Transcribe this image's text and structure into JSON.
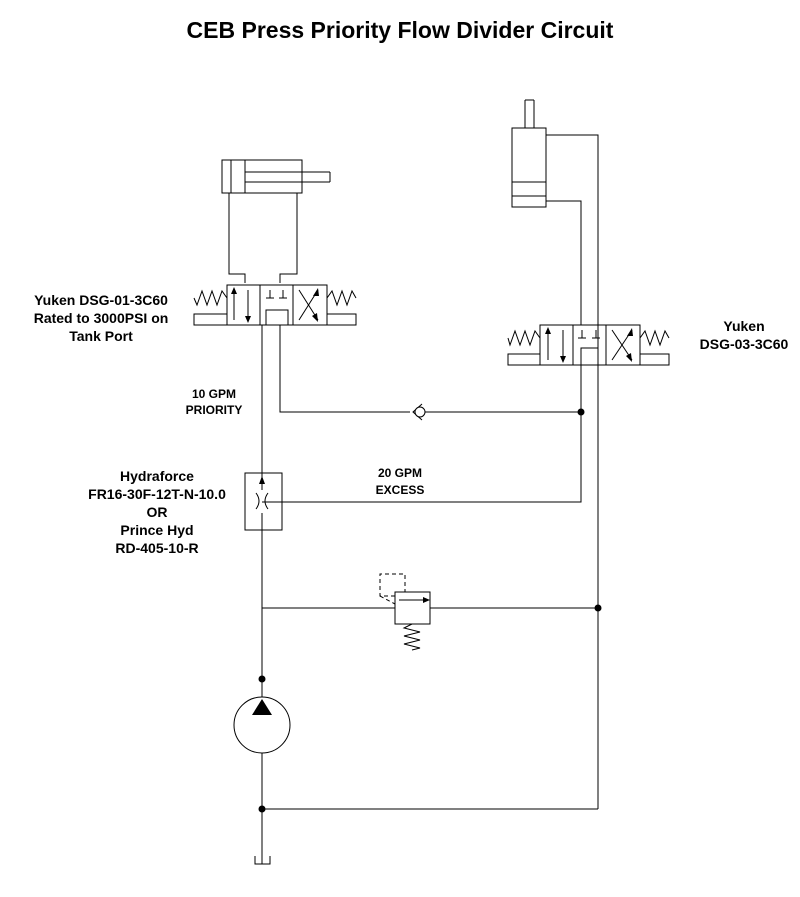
{
  "title": "CEB Press Priority Flow Divider Circuit",
  "labels": {
    "left_valve": [
      "Yuken DSG-01-3C60",
      "Rated to 3000PSI on",
      "Tank Port"
    ],
    "right_valve": [
      "Yuken",
      "DSG-03-3C60"
    ],
    "priority_flow": [
      "10 GPM",
      "PRIORITY"
    ],
    "excess_flow": [
      "20 GPM",
      "EXCESS"
    ],
    "flow_divider": [
      "Hydraforce",
      "FR16-30F-12T-N-10.0",
      "OR",
      "Prince Hyd",
      "RD-405-10-R"
    ]
  }
}
